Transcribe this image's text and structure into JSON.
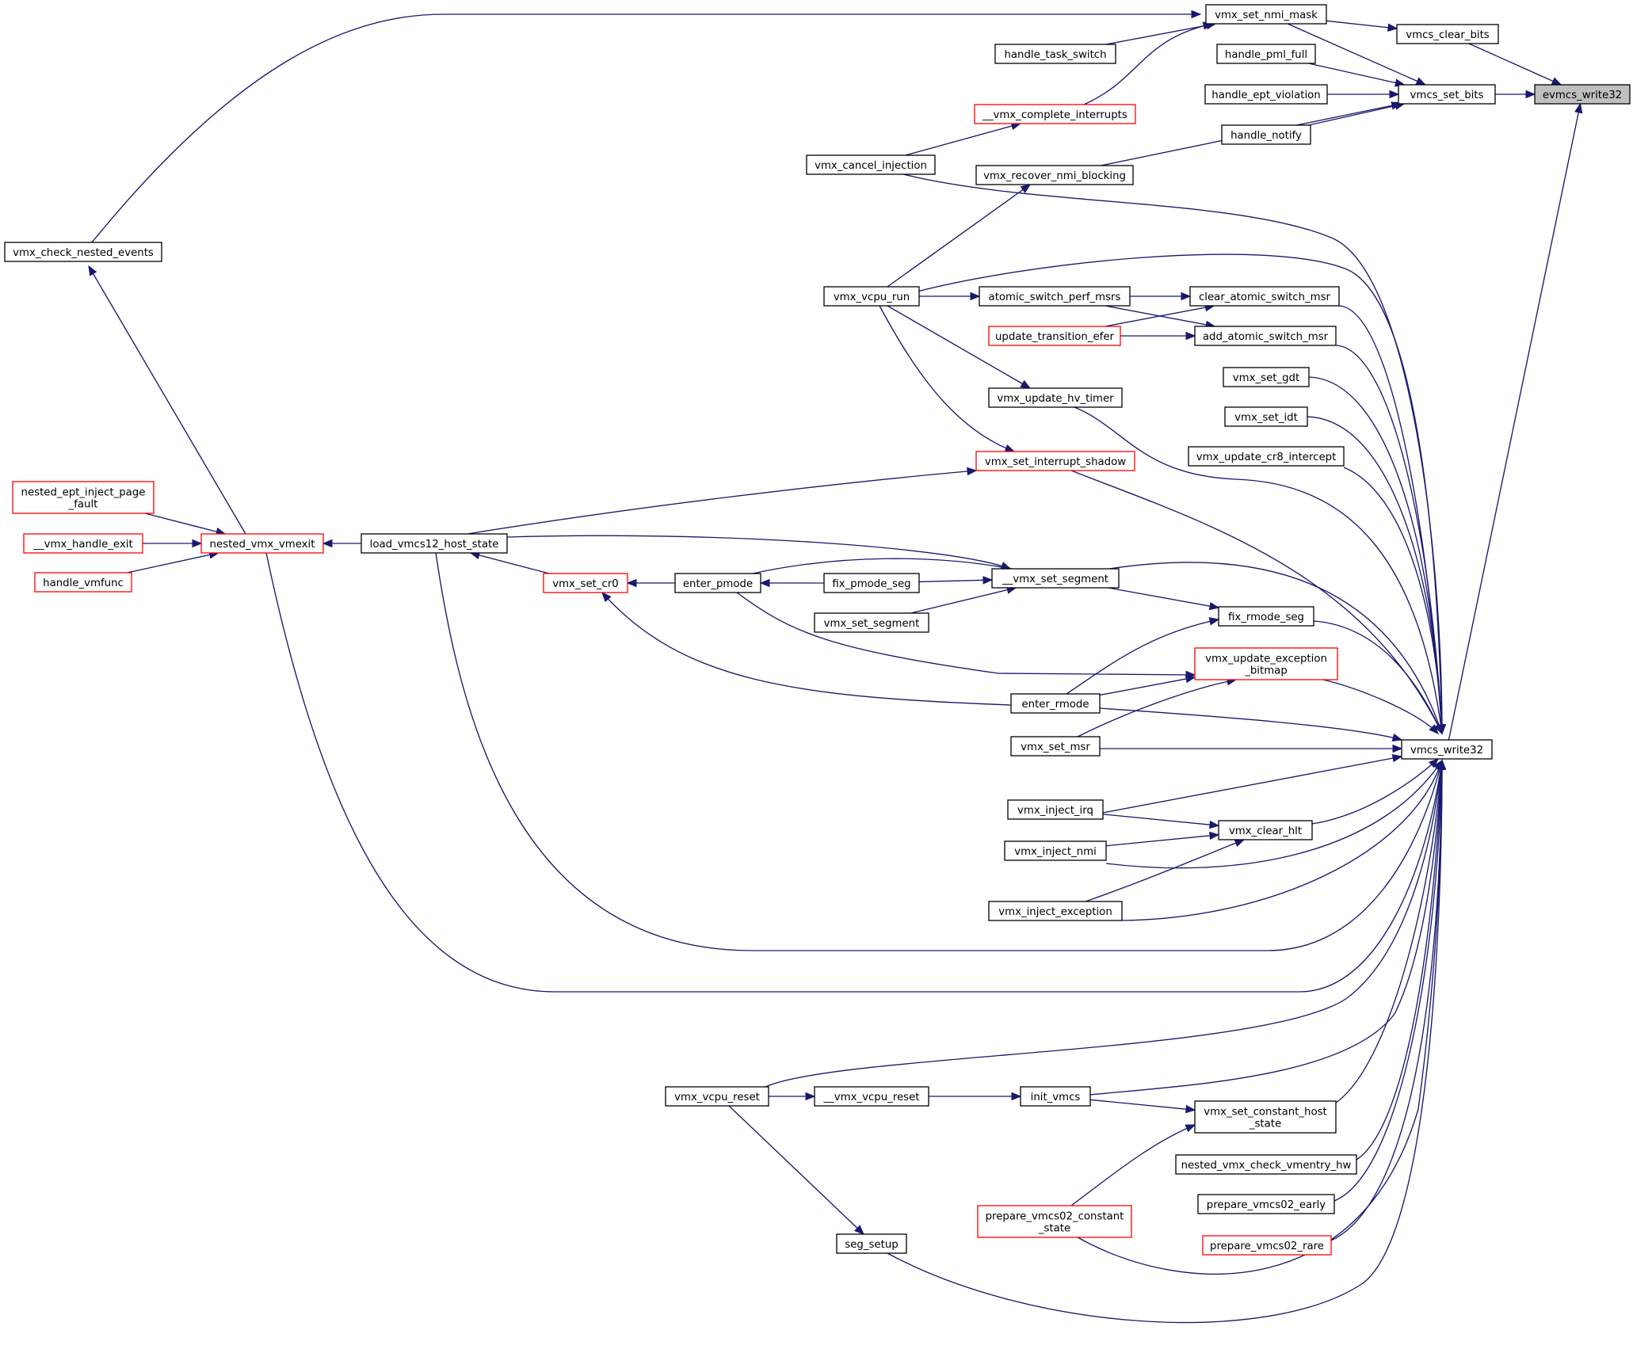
{
  "diagram": {
    "edge_color": "#191970",
    "focus_fill": "#bfbfbf",
    "link_node_border": "#ff0000",
    "nodes": [
      {
        "id": "evmcs_write32",
        "label": "evmcs_write32",
        "style": "focus"
      },
      {
        "id": "vmcs_clear_bits",
        "label": "vmcs_clear_bits",
        "style": "normal"
      },
      {
        "id": "vmcs_set_bits",
        "label": "vmcs_set_bits",
        "style": "normal"
      },
      {
        "id": "vmcs_write32",
        "label": "vmcs_write32",
        "style": "normal"
      },
      {
        "id": "vmx_set_nmi_mask",
        "label": "vmx_set_nmi_mask",
        "style": "normal"
      },
      {
        "id": "handle_task_switch",
        "label": "handle_task_switch",
        "style": "normal"
      },
      {
        "id": "vmx_complete_interrupts",
        "label": "__vmx_complete_interrupts",
        "style": "red"
      },
      {
        "id": "vmx_cancel_injection",
        "label": "vmx_cancel_injection",
        "style": "normal"
      },
      {
        "id": "vmx_check_nested_events",
        "label": "vmx_check_nested_events",
        "style": "normal"
      },
      {
        "id": "handle_pml_full",
        "label": "handle_pml_full",
        "style": "normal"
      },
      {
        "id": "handle_ept_violation",
        "label": "handle_ept_violation",
        "style": "normal"
      },
      {
        "id": "handle_notify",
        "label": "handle_notify",
        "style": "normal"
      },
      {
        "id": "vmx_recover_nmi_blocking",
        "label": "vmx_recover_nmi_blocking",
        "style": "normal"
      },
      {
        "id": "vmx_vcpu_run",
        "label": "vmx_vcpu_run",
        "style": "normal"
      },
      {
        "id": "atomic_switch_perf_msrs",
        "label": "atomic_switch_perf_msrs",
        "style": "normal"
      },
      {
        "id": "clear_atomic_switch_msr",
        "label": "clear_atomic_switch_msr",
        "style": "normal"
      },
      {
        "id": "update_transition_efer",
        "label": "update_transition_efer",
        "style": "red"
      },
      {
        "id": "add_atomic_switch_msr",
        "label": "add_atomic_switch_msr",
        "style": "normal"
      },
      {
        "id": "vmx_set_gdt",
        "label": "vmx_set_gdt",
        "style": "normal"
      },
      {
        "id": "vmx_set_idt",
        "label": "vmx_set_idt",
        "style": "normal"
      },
      {
        "id": "vmx_update_hv_timer",
        "label": "vmx_update_hv_timer",
        "style": "normal"
      },
      {
        "id": "vmx_update_cr8_intercept",
        "label": "vmx_update_cr8_intercept",
        "style": "normal"
      },
      {
        "id": "vmx_set_interrupt_shadow",
        "label": "vmx_set_interrupt_shadow",
        "style": "red"
      },
      {
        "id": "nested_ept_inject_page_fault",
        "label": "nested_ept_inject_page\n_fault",
        "style": "red"
      },
      {
        "id": "vmx_handle_exit",
        "label": "__vmx_handle_exit",
        "style": "red"
      },
      {
        "id": "handle_vmfunc",
        "label": "handle_vmfunc",
        "style": "red"
      },
      {
        "id": "nested_vmx_vmexit",
        "label": "nested_vmx_vmexit",
        "style": "red"
      },
      {
        "id": "load_vmcs12_host_state",
        "label": "load_vmcs12_host_state",
        "style": "normal"
      },
      {
        "id": "vmx_set_segment_",
        "label": "__vmx_set_segment",
        "style": "normal"
      },
      {
        "id": "vmx_set_cr0",
        "label": "vmx_set_cr0",
        "style": "red"
      },
      {
        "id": "enter_pmode",
        "label": "enter_pmode",
        "style": "normal"
      },
      {
        "id": "fix_pmode_seg",
        "label": "fix_pmode_seg",
        "style": "normal"
      },
      {
        "id": "vmx_set_segment",
        "label": "vmx_set_segment",
        "style": "normal"
      },
      {
        "id": "fix_rmode_seg",
        "label": "fix_rmode_seg",
        "style": "normal"
      },
      {
        "id": "vmx_update_exception_bitmap",
        "label": "vmx_update_exception\n_bitmap",
        "style": "red"
      },
      {
        "id": "enter_rmode",
        "label": "enter_rmode",
        "style": "normal"
      },
      {
        "id": "vmx_set_msr",
        "label": "vmx_set_msr",
        "style": "normal"
      },
      {
        "id": "vmx_inject_irq",
        "label": "vmx_inject_irq",
        "style": "normal"
      },
      {
        "id": "vmx_clear_hlt",
        "label": "vmx_clear_hlt",
        "style": "normal"
      },
      {
        "id": "vmx_inject_nmi",
        "label": "vmx_inject_nmi",
        "style": "normal"
      },
      {
        "id": "vmx_inject_exception",
        "label": "vmx_inject_exception",
        "style": "normal"
      },
      {
        "id": "vmx_vcpu_reset",
        "label": "vmx_vcpu_reset",
        "style": "normal"
      },
      {
        "id": "vmx_vcpu_reset_",
        "label": "__vmx_vcpu_reset",
        "style": "normal"
      },
      {
        "id": "init_vmcs",
        "label": "init_vmcs",
        "style": "normal"
      },
      {
        "id": "vmx_set_constant_host_state",
        "label": "vmx_set_constant_host\n_state",
        "style": "normal"
      },
      {
        "id": "nested_vmx_check_vmentry_hw",
        "label": "nested_vmx_check_vmentry_hw",
        "style": "normal"
      },
      {
        "id": "prepare_vmcs02_early",
        "label": "prepare_vmcs02_early",
        "style": "normal"
      },
      {
        "id": "prepare_vmcs02_constant_state",
        "label": "prepare_vmcs02_constant\n_state",
        "style": "red"
      },
      {
        "id": "prepare_vmcs02_rare",
        "label": "prepare_vmcs02_rare",
        "style": "red"
      },
      {
        "id": "seg_setup",
        "label": "seg_setup",
        "style": "normal"
      }
    ],
    "edges": [
      {
        "from": "vmcs_clear_bits",
        "to": "evmcs_write32"
      },
      {
        "from": "vmcs_set_bits",
        "to": "evmcs_write32"
      },
      {
        "from": "vmcs_write32",
        "to": "evmcs_write32"
      },
      {
        "from": "vmx_set_nmi_mask",
        "to": "vmcs_clear_bits"
      },
      {
        "from": "vmx_set_nmi_mask",
        "to": "vmcs_set_bits"
      },
      {
        "from": "handle_pml_full",
        "to": "vmcs_set_bits"
      },
      {
        "from": "handle_ept_violation",
        "to": "vmcs_set_bits"
      },
      {
        "from": "handle_notify",
        "to": "vmcs_set_bits"
      },
      {
        "from": "vmx_recover_nmi_blocking",
        "to": "vmcs_set_bits"
      },
      {
        "from": "handle_task_switch",
        "to": "vmx_set_nmi_mask"
      },
      {
        "from": "vmx_complete_interrupts",
        "to": "vmx_set_nmi_mask"
      },
      {
        "from": "vmx_check_nested_events",
        "to": "vmx_set_nmi_mask"
      },
      {
        "from": "vmx_cancel_injection",
        "to": "vmx_complete_interrupts"
      },
      {
        "from": "nested_vmx_vmexit",
        "to": "vmx_check_nested_events"
      },
      {
        "from": "vmx_vcpu_run",
        "to": "vmx_recover_nmi_blocking"
      },
      {
        "from": "vmx_vcpu_run",
        "to": "atomic_switch_perf_msrs"
      },
      {
        "from": "vmx_vcpu_run",
        "to": "vmx_update_hv_timer"
      },
      {
        "from": "vmx_vcpu_run",
        "to": "vmx_set_interrupt_shadow"
      },
      {
        "from": "atomic_switch_perf_msrs",
        "to": "clear_atomic_switch_msr"
      },
      {
        "from": "atomic_switch_perf_msrs",
        "to": "add_atomic_switch_msr"
      },
      {
        "from": "update_transition_efer",
        "to": "clear_atomic_switch_msr"
      },
      {
        "from": "update_transition_efer",
        "to": "add_atomic_switch_msr"
      },
      {
        "from": "nested_ept_inject_page_fault",
        "to": "nested_vmx_vmexit"
      },
      {
        "from": "vmx_handle_exit",
        "to": "nested_vmx_vmexit"
      },
      {
        "from": "handle_vmfunc",
        "to": "nested_vmx_vmexit"
      },
      {
        "from": "load_vmcs12_host_state",
        "to": "nested_vmx_vmexit"
      },
      {
        "from": "load_vmcs12_host_state",
        "to": "vmx_set_interrupt_shadow"
      },
      {
        "from": "load_vmcs12_host_state",
        "to": "vmx_set_segment_"
      },
      {
        "from": "vmx_set_cr0",
        "to": "load_vmcs12_host_state"
      },
      {
        "from": "enter_pmode",
        "to": "vmx_set_cr0"
      },
      {
        "from": "enter_pmode",
        "to": "vmx_set_segment_"
      },
      {
        "from": "fix_pmode_seg",
        "to": "enter_pmode"
      },
      {
        "from": "fix_pmode_seg",
        "to": "vmx_set_segment_"
      },
      {
        "from": "vmx_set_segment",
        "to": "vmx_set_segment_"
      },
      {
        "from": "vmx_set_segment_",
        "to": "fix_rmode_seg"
      },
      {
        "from": "enter_rmode",
        "to": "fix_rmode_seg"
      },
      {
        "from": "enter_rmode",
        "to": "vmx_set_cr0"
      },
      {
        "from": "enter_rmode",
        "to": "vmx_update_exception_bitmap"
      },
      {
        "from": "enter_pmode",
        "to": "vmx_update_exception_bitmap"
      },
      {
        "from": "vmx_set_msr",
        "to": "vmx_update_exception_bitmap"
      },
      {
        "from": "vmx_inject_irq",
        "to": "vmx_clear_hlt"
      },
      {
        "from": "vmx_inject_nmi",
        "to": "vmx_clear_hlt"
      },
      {
        "from": "vmx_inject_exception",
        "to": "vmx_clear_hlt"
      },
      {
        "from": "vmx_vcpu_reset",
        "to": "vmx_vcpu_reset_"
      },
      {
        "from": "vmx_vcpu_reset_",
        "to": "init_vmcs"
      },
      {
        "from": "init_vmcs",
        "to": "vmx_set_constant_host_state"
      },
      {
        "from": "prepare_vmcs02_constant_state",
        "to": "vmx_set_constant_host_state"
      },
      {
        "from": "vmx_vcpu_reset",
        "to": "seg_setup"
      },
      {
        "from": "vmx_cancel_injection",
        "to": "vmcs_write32"
      },
      {
        "from": "vmx_vcpu_run",
        "to": "vmcs_write32"
      },
      {
        "from": "clear_atomic_switch_msr",
        "to": "vmcs_write32"
      },
      {
        "from": "add_atomic_switch_msr",
        "to": "vmcs_write32"
      },
      {
        "from": "vmx_set_gdt",
        "to": "vmcs_write32"
      },
      {
        "from": "vmx_set_idt",
        "to": "vmcs_write32"
      },
      {
        "from": "vmx_update_hv_timer",
        "to": "vmcs_write32"
      },
      {
        "from": "vmx_update_cr8_intercept",
        "to": "vmcs_write32"
      },
      {
        "from": "vmx_set_interrupt_shadow",
        "to": "vmcs_write32"
      },
      {
        "from": "vmx_set_segment_",
        "to": "vmcs_write32"
      },
      {
        "from": "fix_rmode_seg",
        "to": "vmcs_write32"
      },
      {
        "from": "vmx_update_exception_bitmap",
        "to": "vmcs_write32"
      },
      {
        "from": "enter_rmode",
        "to": "vmcs_write32"
      },
      {
        "from": "vmx_set_msr",
        "to": "vmcs_write32"
      },
      {
        "from": "vmx_inject_irq",
        "to": "vmcs_write32"
      },
      {
        "from": "vmx_clear_hlt",
        "to": "vmcs_write32"
      },
      {
        "from": "vmx_inject_nmi",
        "to": "vmcs_write32"
      },
      {
        "from": "vmx_inject_exception",
        "to": "vmcs_write32"
      },
      {
        "from": "load_vmcs12_host_state",
        "to": "vmcs_write32"
      },
      {
        "from": "nested_vmx_vmexit",
        "to": "vmcs_write32"
      },
      {
        "from": "vmx_vcpu_reset",
        "to": "vmcs_write32"
      },
      {
        "from": "init_vmcs",
        "to": "vmcs_write32"
      },
      {
        "from": "vmx_set_constant_host_state",
        "to": "vmcs_write32"
      },
      {
        "from": "nested_vmx_check_vmentry_hw",
        "to": "vmcs_write32"
      },
      {
        "from": "prepare_vmcs02_early",
        "to": "vmcs_write32"
      },
      {
        "from": "prepare_vmcs02_constant_state",
        "to": "vmcs_write32"
      },
      {
        "from": "prepare_vmcs02_rare",
        "to": "vmcs_write32"
      },
      {
        "from": "seg_setup",
        "to": "vmcs_write32"
      }
    ]
  }
}
